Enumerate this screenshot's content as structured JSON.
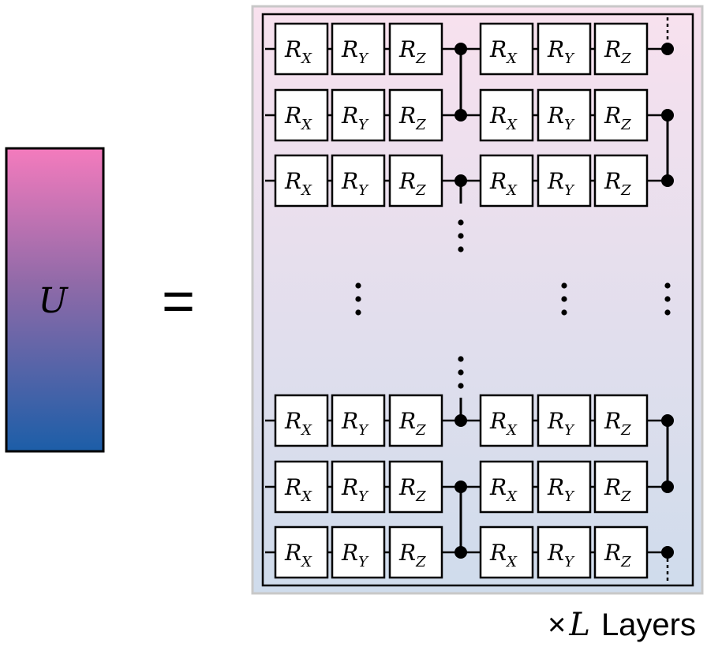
{
  "unitary": {
    "label": "U"
  },
  "equals": "=",
  "gates": {
    "base": "R",
    "layer_subscripts": [
      "X",
      "Y",
      "Z"
    ]
  },
  "layers": {
    "times_symbol": "×",
    "count_symbol": "L",
    "word": "Layers"
  },
  "colors": {
    "gradient_top": "#f47bbd",
    "gradient_bottom": "#1c5ea8",
    "panel_top": "#f8e1ee",
    "panel_bottom": "#cfdcec",
    "panel_border": "#c8c8c8"
  }
}
